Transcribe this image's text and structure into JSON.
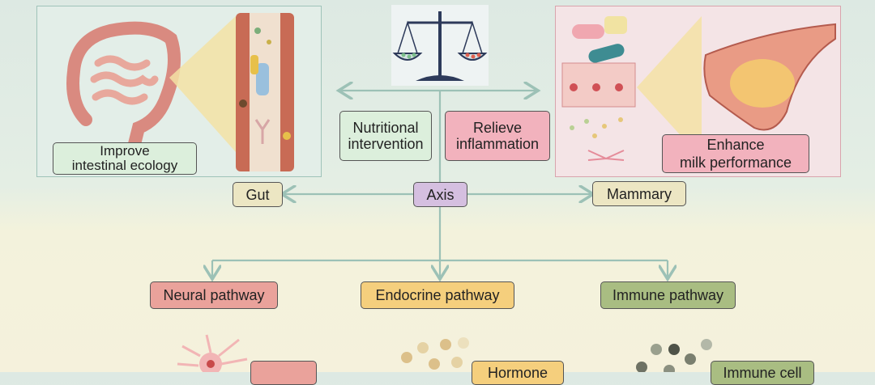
{
  "labels": {
    "improve": "Improve\nintestinal ecology",
    "nutritional": "Nutritional\nintervention",
    "relieve": "Relieve\ninflammation",
    "enhance": "Enhance\nmilk performance",
    "gut": "Gut",
    "axis": "Axis",
    "mammary": "Mammary",
    "neural": "Neural pathway",
    "endocrine": "Endocrine pathway",
    "immune": "Immune pathway",
    "hormone": "Hormone",
    "immune_cell": "Immune cell"
  },
  "colors": {
    "gut": "#ece6c3",
    "axis": "#d5bfe0",
    "mammary": "#ece6c3",
    "neural": "#eaa29b",
    "endocrine": "#f5cf7d",
    "immune": "#a9bd82",
    "green_label": "#dcefdc",
    "pink_label": "#f2b2bd",
    "arrow": "#9cc1b6"
  }
}
